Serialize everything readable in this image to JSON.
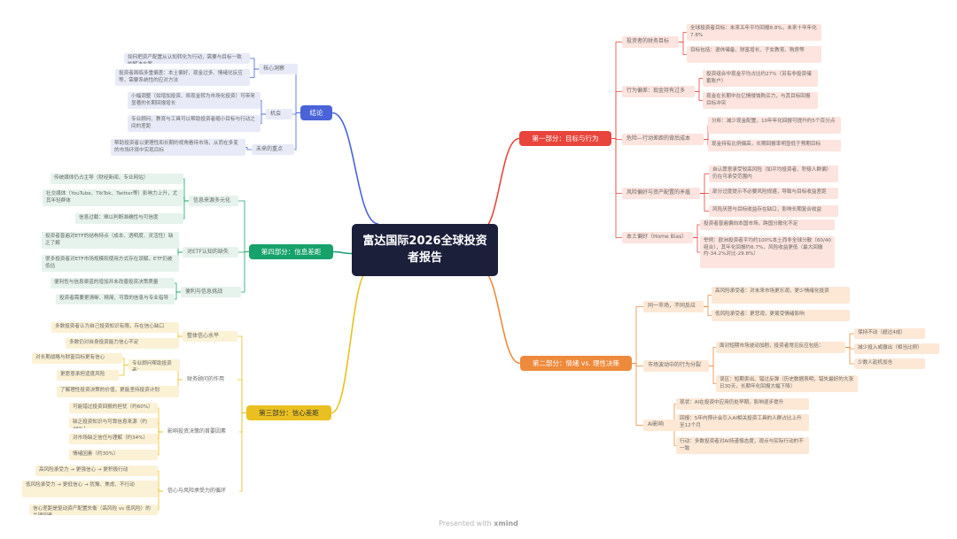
{
  "title": "富达国际2026全球投资者报告",
  "footer": {
    "prefix": "Presented with",
    "brand": "xmind"
  },
  "colors": {
    "part1": "#e8453c",
    "part2": "#ee8a3c",
    "part3": "#e9c020",
    "part4": "#16a26a",
    "conclusion": "#4a63d9",
    "center": "#1b1f3a"
  },
  "part1": {
    "label": "第一部分：目标与行为",
    "sections": [
      {
        "label": "投资者的财务目标",
        "items": [
          "全球投资者目标：未来五年平均回报8.8%，未来十年年化7.8%",
          "目标包括：退休储备、财富增长、子女教育、购房等"
        ]
      },
      {
        "label": "行为偏差：现金持有过多",
        "items": [
          "投资组合中现金平均占比约27%（另有非投资储蓄账户）",
          "现金在长期中在亿情侵蚀购买力，与其目标回报目标冲突"
        ]
      },
      {
        "label": "危险—行动差距的背后成本",
        "items": [
          "分析：减少现金配置，10年年化回报可提升约5个百分点",
          "现金持有比例偏高，长期回报率明显低于预期目标"
        ]
      },
      {
        "label": "风险偏好与资产配置的矛盾",
        "items": [
          "自认愿意承受较高风险（如平均投资者、积极人群偏）仍在可承受范围内",
          "部分过度提示不必要风险规避，导致与目标收益差距",
          "风险厌恶与目标收益存在缺口，影响长期复合收益"
        ]
      },
      {
        "label": "本土偏好（Home Bias）",
        "items": [
          "投资者普遍偏向本国市场，跨国分散化不足",
          "举例：欧洲投资者平均约100%本土而非全球分散（60/40组合），其年化回报约6.7%，风险收益更低（最大回撤约-34.2%对比-29.8%）"
        ]
      }
    ]
  },
  "part2": {
    "label": "第二部分：情绪 vs. 理性决策",
    "sections": [
      {
        "label": "同一市场，不同反应",
        "items": [
          "高风险承受者：对未来市场更乐观，更少情绪化投资",
          "低风险承受者：更悲观，更易受情绪影响"
        ]
      },
      {
        "label": "市场波动中的行为分裂",
        "items": [
          "面对短期市场波动加剧，投资者常见反应包括："
        ],
        "sub": [
          "保持不动（超过4成）",
          "减少投入或撤出（相当比例）",
          "少数人趁机加仓"
        ],
        "after": [
          "误区：短期卖出、错过反弹（历史数据表明，错失最好的大涨日30天，长期年化回报大幅下降）"
        ]
      },
      {
        "label": "AI影响",
        "items": [
          "现状：AI在投资中应用仍处早期，影响逐步提升",
          "回报：5年内预计会引入AI相关投资工具的人群占比上升至12个月",
          "行动：多数投资者对AI持谨慎态度，观点与实际行动的不一致"
        ]
      }
    ]
  },
  "part3": {
    "label": "第三部分：信心差距",
    "sections": [
      {
        "label": "整体信心水平",
        "items": [
          "多数投资者认为自己投资知识有限，存在信心缺口",
          "多数仍对自身投资能力信心不足"
        ]
      },
      {
        "label": "财务顾问的作用",
        "items": [
          "专业顾问帮助投资者：",
          "对长期战略与财富目标更有信心",
          "更愿意承担适度风险",
          "了解理性投资决策的价值，更能坚持投资计划"
        ]
      },
      {
        "label": "影响投资决策的首要因素",
        "items": [
          "可能错过投资回报的担忧（约60%）",
          "缺乏投资知识与可靠信息来源（约46%）",
          "对市场缺乏信任与理解（约34%）",
          "情绪因素（约30%）"
        ]
      },
      {
        "label": "信心与风险承受力的循环",
        "items": [
          "高风险承受力 → 更强信心 → 更积极行动",
          "低风险承受力 → 更低信心 → 犹豫、焦虑、不行动",
          "信心差距是驱动资产配置失衡（高风险 vs 低风险）的关键因素"
        ]
      }
    ]
  },
  "part4": {
    "label": "第四部分：信息差距",
    "sections": [
      {
        "label": "信息来源多元化",
        "items": [
          "传统媒体仍占主导（财经新闻、专业网站）",
          "社交媒体（YouTube、TikTok、Twitter等）影响力上升，尤其年轻群体",
          "信息过载：难以判断准确性与可信度"
        ]
      },
      {
        "label": "对ETF认知的缺失",
        "items": [
          "投资者普遍对ETF的结构特点（成本、透明度、灵活性）缺乏了解",
          "很多投资者对ETF市场规模和使用方式存在误解，ETF仍被低估"
        ]
      },
      {
        "label": "便利与信息挑战",
        "items": [
          "便利性与信息渠道的增加并未改善投资决策质量",
          "投资者需要更清晰、精简、可靠的信息与专业指导"
        ]
      }
    ]
  },
  "conclusion": {
    "label": "结论",
    "sections": [
      {
        "label": "核心洞察",
        "items": [
          "如何把资产配置从认知转化为行动，需要与目标一致的解决方案",
          "投资者面临多重偏差：本土偏好、现金过多、情绪化反应等，需要系统性的应对方法"
        ]
      },
      {
        "label": "机会",
        "items": [
          "小幅调整（如增加投资、将现金转为市场化投资）可带来显著的长期回报增长",
          "专业顾问、教育与工具可以帮助投资者缩小目标与行动之间的差距"
        ]
      },
      {
        "label": "未来的重点",
        "items": [
          "帮助投资者以更理性和长期的视角看待市场，从而在多变的市场环境中实现目标"
        ]
      }
    ]
  }
}
